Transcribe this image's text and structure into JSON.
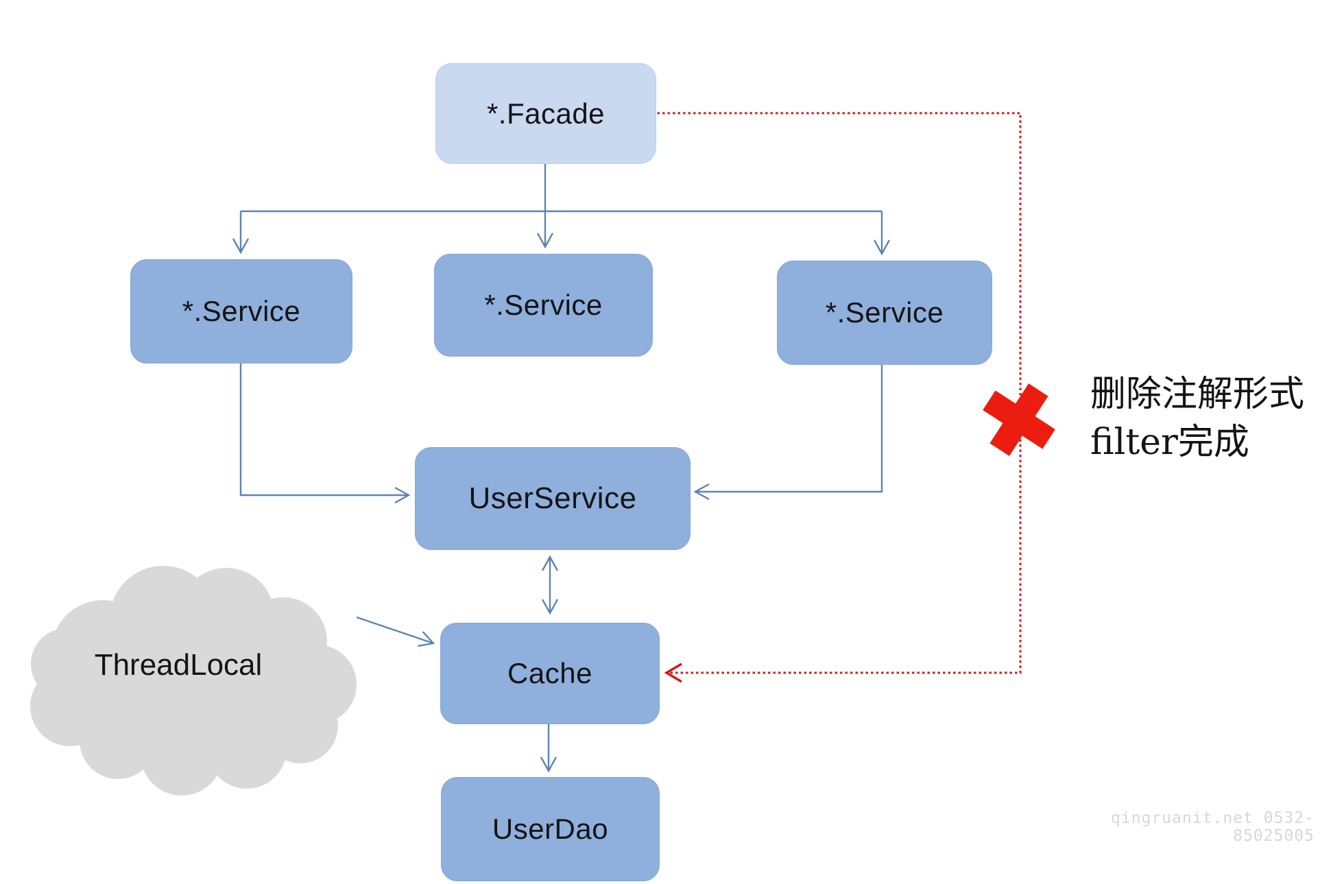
{
  "diagram": {
    "nodes": {
      "facade": {
        "label": "*.Facade"
      },
      "service_left": {
        "label": "*.Service"
      },
      "service_middle": {
        "label": "*.Service"
      },
      "service_right": {
        "label": "*.Service"
      },
      "user_service": {
        "label": "UserService"
      },
      "cache": {
        "label": "Cache"
      },
      "user_dao": {
        "label": "UserDao"
      },
      "thread_local": {
        "label": "ThreadLocal"
      }
    },
    "annotation": {
      "line1": "删除注解形式",
      "line2": "filter完成"
    },
    "watermark": "qingruanit.net 0532-85025005",
    "colors": {
      "facade_fill": "#c8d9f0",
      "service_fill": "#8fafdc",
      "connector_blue": "#5b84b4",
      "dotted_red": "#d41a1a",
      "cross_red": "#ed1c10",
      "cloud_gray": "#d9d9d9",
      "text_black": "#141414",
      "watermark_gray": "#d7d7d7"
    }
  }
}
